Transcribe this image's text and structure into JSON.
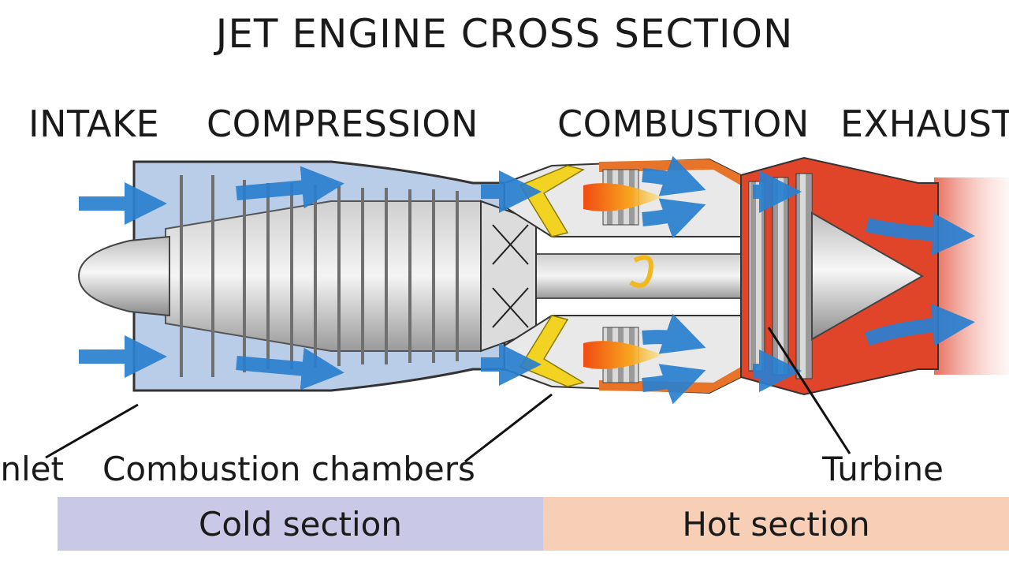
{
  "title": "JET ENGINE CROSS SECTION",
  "stages": [
    "INTAKE",
    "COMPRESSION",
    "COMBUSTION",
    "EXHAUST"
  ],
  "callouts": {
    "inlet": "Inlet",
    "combustion_chambers": "Combustion chambers",
    "turbine": "Turbine"
  },
  "sections": {
    "cold": "Cold section",
    "hot": "Hot section"
  },
  "colors": {
    "cold_band": "#c9c8e6",
    "hot_band": "#f7cfb6",
    "airflow_arrow": "#2a7fd0",
    "flame": "#f7a21b",
    "hot_casing": "#e0452a",
    "combustor_liner": "#f3d321"
  }
}
